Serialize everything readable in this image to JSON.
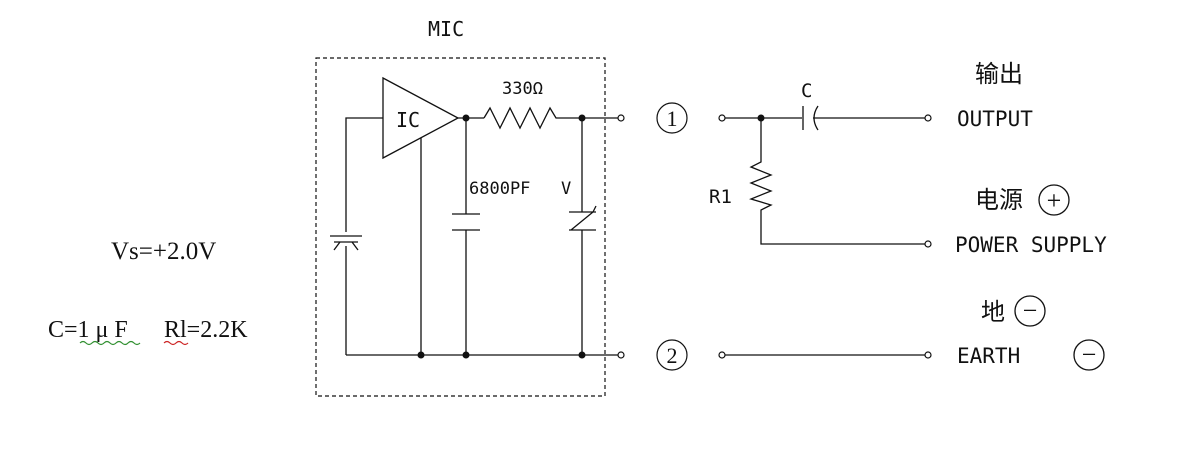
{
  "mic_label": "MIC",
  "ic_label": "IC",
  "resistor_label": "330Ω",
  "capacitor_label": "6800PF",
  "v_label": "V",
  "pin1": "1",
  "pin2": "2",
  "c_label": "C",
  "r1_label": "R1",
  "output_cn": "输出",
  "output_en": "OUTPUT",
  "power_cn": "电源",
  "power_en": "POWER SUPPLY",
  "earth_cn": "地",
  "earth_en": "EARTH",
  "plus_symbol": "+",
  "minus_symbol": "−",
  "vs_text": "Vs=+2.0V",
  "c_value_text": "C=1 μ F",
  "rl_value_text": "Rl=2.2K",
  "colors": {
    "line": "#111111",
    "squiggle_green": "#2f8f2f",
    "squiggle_red": "#cc2222"
  }
}
